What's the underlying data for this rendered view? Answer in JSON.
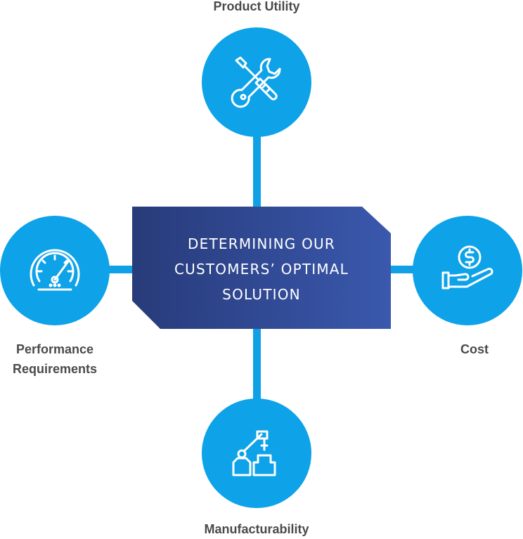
{
  "center": {
    "title": "DETERMINING OUR\nCUSTOMERS’ OPTIMAL\nSOLUTION"
  },
  "nodes": {
    "top": {
      "label": "Product Utility",
      "icon": "wrench-screwdriver-icon"
    },
    "left": {
      "label": "Performance\nRequirements",
      "icon": "speedometer-icon"
    },
    "right": {
      "label": "Cost",
      "icon": "hand-holding-coin-icon"
    },
    "bottom": {
      "label": "Manufacturability",
      "icon": "robotic-arm-icon"
    }
  },
  "colors": {
    "circle": "#0ea2e8",
    "connector": "#10a0e6",
    "center_gradient_start": "#283b7a",
    "center_gradient_end": "#3a58ad",
    "label_text": "#4a4a4a",
    "icon_stroke": "#ffffff"
  }
}
